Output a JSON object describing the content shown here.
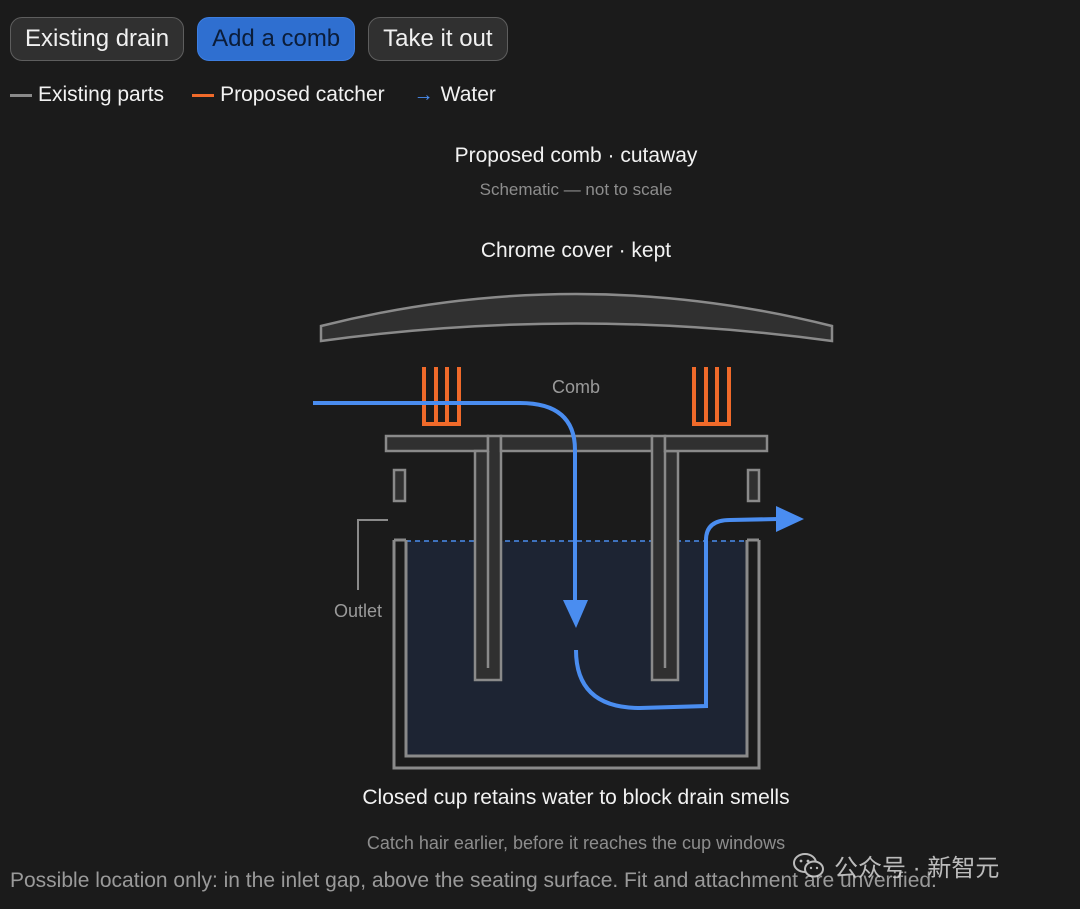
{
  "tabs": [
    {
      "label": "Existing drain",
      "active": false
    },
    {
      "label": "Add a comb",
      "active": true
    },
    {
      "label": "Take it out",
      "active": false
    }
  ],
  "legend": [
    {
      "label": "Existing parts",
      "color": "#8a8a8a",
      "icon": "line-icon"
    },
    {
      "label": "Proposed catcher",
      "color": "#f06a2a",
      "icon": "line-icon"
    },
    {
      "label": "Water",
      "color": "#4a8df0",
      "icon": "arrow-right-icon"
    }
  ],
  "diagram": {
    "title": "Proposed comb · cutaway",
    "subtitle": "Schematic — not to scale",
    "cover_label": "Chrome cover · kept",
    "comb_label": "Comb",
    "outlet_label": "Outlet",
    "caption": "Closed cup retains water to block drain smells",
    "subcaption": "Catch hair earlier, before it reaches the cup windows"
  },
  "footer": {
    "note": "Possible location only: in the inlet gap, above the seating surface. Fit and attachment are unverified."
  },
  "watermark": {
    "text": "公众号 · 新智元",
    "icon": "wechat-icon"
  },
  "colors": {
    "background": "#1b1b1b",
    "existing": "#8a8a8a",
    "catcher": "#f06a2a",
    "water": "#4a8df0",
    "water_fill": "#1d2433",
    "active_tab": "#2f6fd0"
  }
}
